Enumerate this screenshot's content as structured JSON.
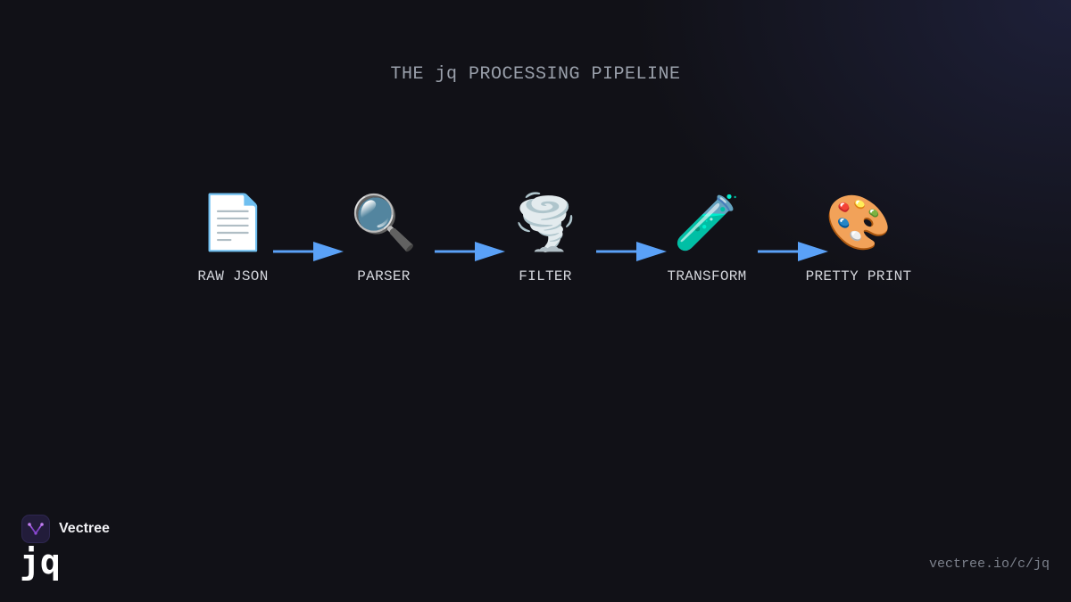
{
  "title": "THE jq PROCESSING PIPELINE",
  "pipeline": {
    "steps": [
      {
        "label": "RAW JSON",
        "icon": "📄",
        "icon_name": "document-icon"
      },
      {
        "label": "PARSER",
        "icon": "🔍",
        "icon_name": "magnifier-icon"
      },
      {
        "label": "FILTER",
        "icon": "🌪️",
        "icon_name": "tornado-icon"
      },
      {
        "label": "TRANSFORM",
        "icon": "🧪",
        "icon_name": "test-tube-icon"
      },
      {
        "label": "PRETTY PRINT",
        "icon": "🎨",
        "icon_name": "palette-icon"
      }
    ],
    "arrow_color": "#5aa1f7"
  },
  "brand": {
    "name": "Vectree",
    "product": "jq",
    "url": "vectree.io/c/jq"
  }
}
